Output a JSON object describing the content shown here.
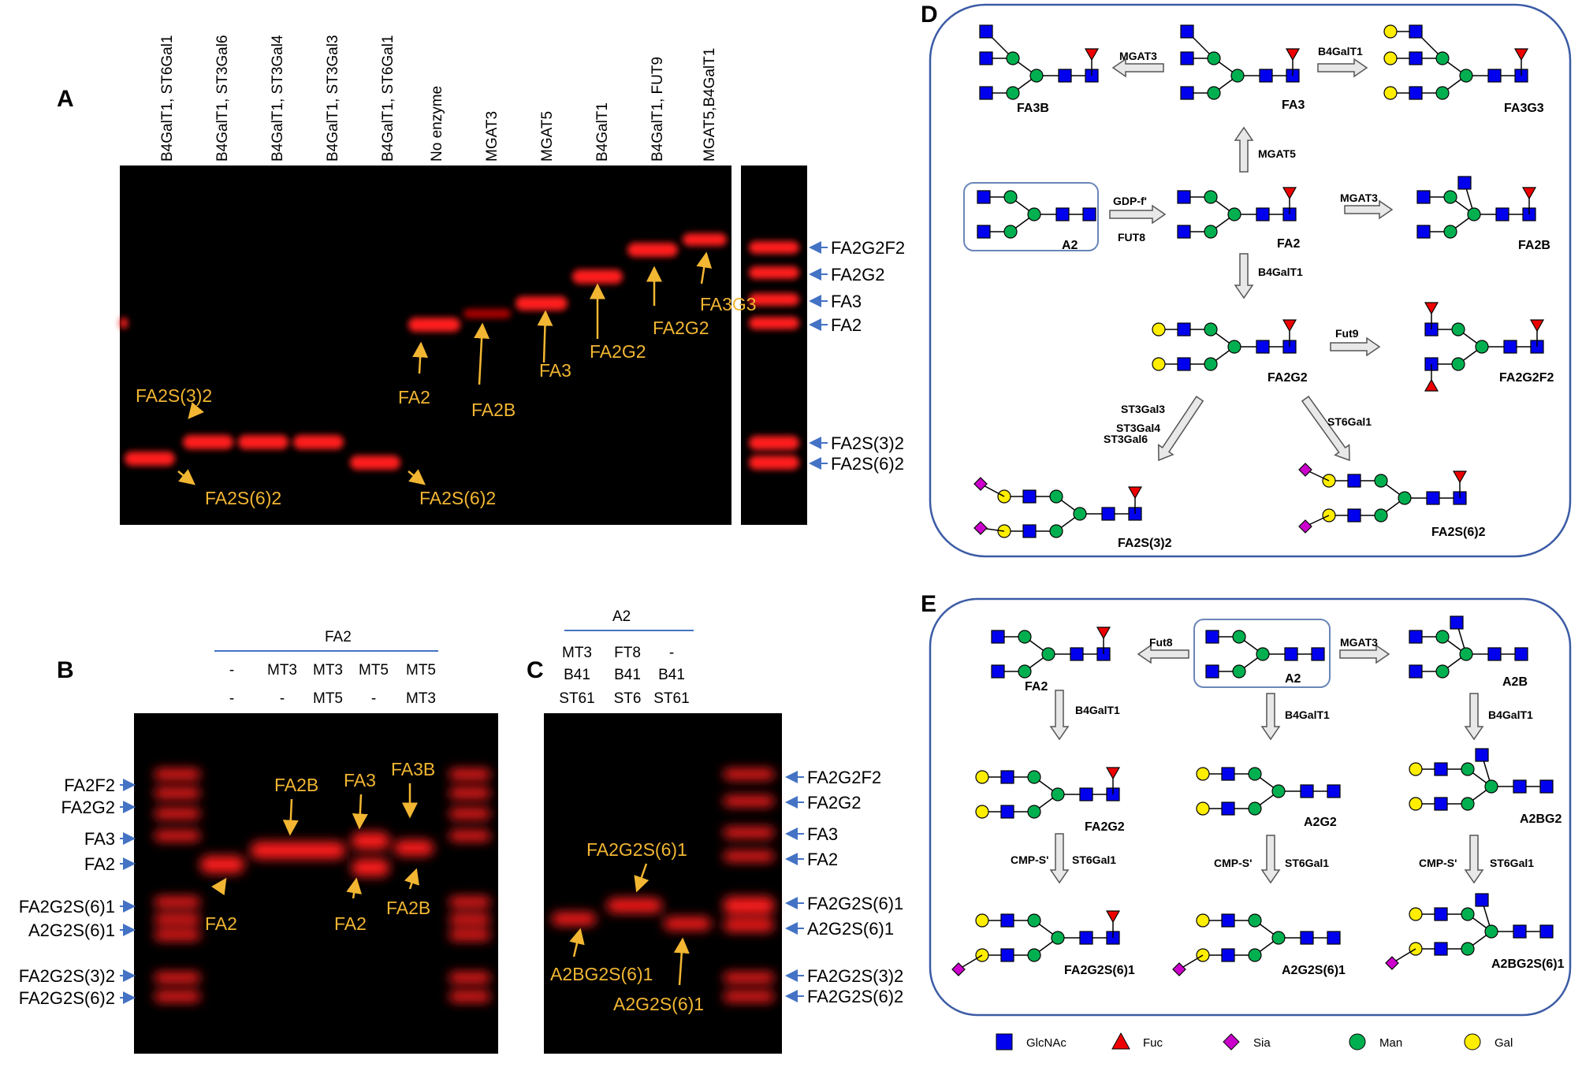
{
  "panel_a": {
    "letter": "A",
    "lanes": [
      "B4GalT1, ST6Gal1",
      "B4GalT1, ST3Gal6",
      "B4GalT1, ST3Gal4",
      "B4GalT1, ST3Gal3",
      "B4GalT1, ST6Gal1",
      "No enzyme",
      "MGAT3",
      "MGAT5",
      "B4GalT1",
      "B4GalT1, FUT9",
      "MGAT5,B4GalT1"
    ],
    "band_labels": [
      "FA2S(3)2",
      "FA2S(6)2",
      "FA2S(6)2",
      "FA2",
      "FA2B",
      "FA3",
      "FA2G2",
      "FA2G2",
      "FA3G3"
    ],
    "markers": [
      "FA2G2F2",
      "FA2G2",
      "FA3",
      "FA2",
      "FA2S(3)2",
      "FA2S(6)2"
    ]
  },
  "panel_b": {
    "letter": "B",
    "substrate": "FA2",
    "row1": [
      "-",
      "MT3",
      "MT3",
      "MT5",
      "MT5"
    ],
    "row2": [
      "-",
      "-",
      "MT5",
      "-",
      "MT3"
    ],
    "markers_left": [
      "FA2F2",
      "FA2G2",
      "FA3",
      "FA2",
      "FA2G2S(6)1",
      "A2G2S(6)1",
      "FA2G2S(3)2",
      "FA2G2S(6)2"
    ],
    "band_labels": [
      "FA2B",
      "FA3",
      "FA3B",
      "FA2",
      "FA2",
      "FA2B"
    ]
  },
  "panel_c": {
    "letter": "C",
    "substrate": "A2",
    "row1": [
      "MT3",
      "FT8",
      "-"
    ],
    "row2": [
      "B41",
      "B41",
      "B41"
    ],
    "row3": [
      "ST61",
      "ST6",
      "ST61"
    ],
    "band_labels": [
      "FA2G2S(6)1",
      "A2BG2S(6)1",
      "A2G2S(6)1"
    ],
    "markers_right": [
      "FA2G2F2",
      "FA2G2",
      "FA3",
      "FA2",
      "FA2G2S(6)1",
      "A2G2S(6)1",
      "FA2G2S(3)2",
      "FA2G2S(6)2"
    ]
  },
  "panel_d": {
    "letter": "D",
    "glycans": [
      "FA3B",
      "FA3",
      "FA3G3",
      "A2",
      "FA2",
      "FA2B",
      "FA2G2",
      "FA2G2F2",
      "FA2S(3)2",
      "FA2S(6)2"
    ],
    "enzymes": [
      "MGAT3",
      "B4GalT1",
      "MGAT5",
      "GDP-f'",
      "FUT8",
      "MGAT3",
      "B4GalT1",
      "Fut9",
      "ST3Gal3",
      "ST3Gal4",
      "ST3Gal6",
      "ST6Gal1"
    ]
  },
  "panel_e": {
    "letter": "E",
    "glycans": [
      "FA2",
      "A2",
      "A2B",
      "FA2G2",
      "A2G2",
      "A2BG2",
      "FA2G2S(6)1",
      "A2G2S(6)1",
      "A2BG2S(6)1"
    ],
    "enzymes": [
      "Fut8",
      "MGAT3",
      "B4GalT1",
      "B4GalT1",
      "B4GalT1",
      "CMP-S'",
      "ST6Gal1",
      "CMP-S'",
      "ST6Gal1",
      "CMP-S'",
      "ST6Gal1"
    ]
  },
  "legend": [
    "GlcNAc",
    "Fuc",
    "Sia",
    "Man",
    "Gal"
  ],
  "colors": {
    "glcnac": "#0000ee",
    "man": "#00b050",
    "gal": "#ffee00",
    "fuc": "#ee0000",
    "sia": "#cc00cc",
    "label": "#f2b632",
    "arrow": "#4472c4",
    "gel": "#000000",
    "band": "#ff1a1a"
  }
}
